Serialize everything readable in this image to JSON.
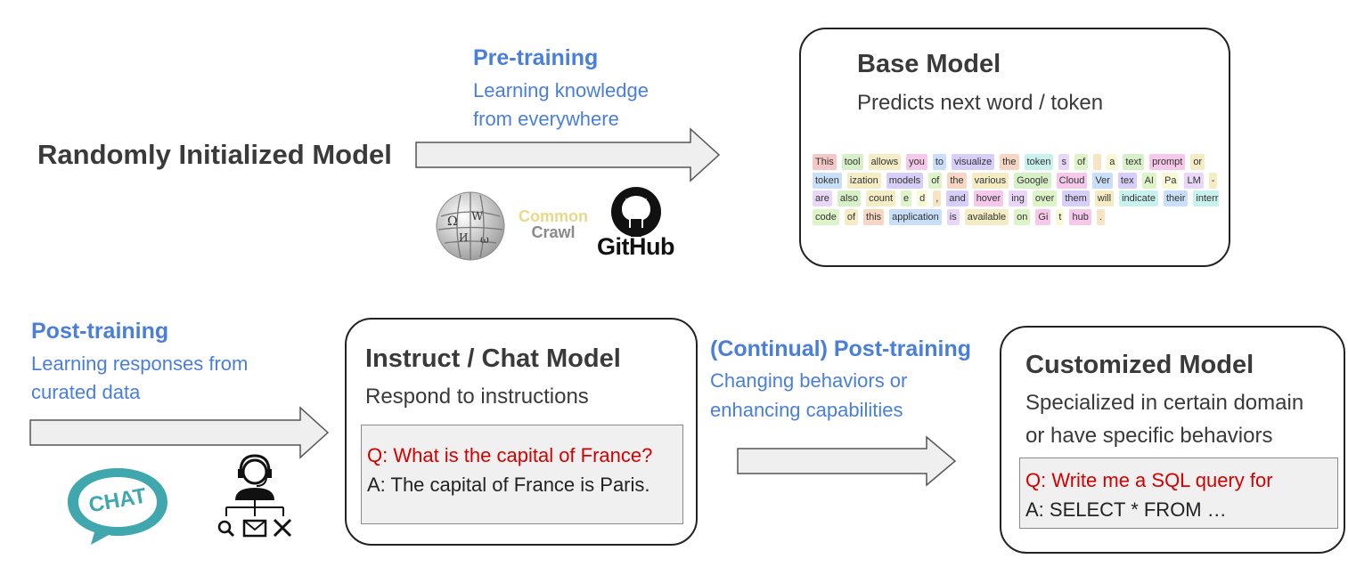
{
  "random_model": {
    "title": "Randomly Initialized Model"
  },
  "pretraining": {
    "title": "Pre-training",
    "sub1": "Learning knowledge",
    "sub2": "from everywhere",
    "logos": {
      "common_crawl_1": "Common",
      "common_crawl_2": "Crawl",
      "github": "GitHub",
      "wikipedia": "Ω"
    }
  },
  "base_model": {
    "title": "Base Model",
    "sub": "Predicts next word / token",
    "token_rows": [
      [
        {
          "t": "This",
          "c": "#f6c7c7"
        },
        {
          "t": "tool",
          "c": "#d8f0c8"
        },
        {
          "t": "allows",
          "c": "#f4ecc4"
        },
        {
          "t": "you",
          "c": "#f6c8ea"
        },
        {
          "t": "to",
          "c": "#c9def7"
        },
        {
          "t": "visualize",
          "c": "#d7cff7"
        },
        {
          "t": "the",
          "c": "#f7d7c4"
        },
        {
          "t": "token",
          "c": "#c9f2ef"
        },
        {
          "t": "s",
          "c": "#e8d7f7"
        },
        {
          "t": "of",
          "c": "#dff3c9"
        },
        {
          "t": "",
          "c": "#f7e4c4"
        },
        {
          "t": "a",
          "c": "#f9f9d8"
        },
        {
          "t": "text",
          "c": "#d8f0c8"
        },
        {
          "t": "prompt",
          "c": "#f6c8ea"
        },
        {
          "t": "or",
          "c": "#f4ecc4"
        }
      ],
      [
        {
          "t": "token",
          "c": "#c9def7"
        },
        {
          "t": "ization",
          "c": "#f4ecc4"
        },
        {
          "t": "models",
          "c": "#d7cff7"
        },
        {
          "t": "of",
          "c": "#dff3c9"
        },
        {
          "t": "the",
          "c": "#f7d7c4"
        },
        {
          "t": "various",
          "c": "#f4ecc4"
        },
        {
          "t": "Google",
          "c": "#d8f0c8"
        },
        {
          "t": "Cloud",
          "c": "#f6c8ea"
        },
        {
          "t": "Ver",
          "c": "#c9def7"
        },
        {
          "t": "tex",
          "c": "#d7cff7"
        },
        {
          "t": "AI",
          "c": "#dff3c9"
        },
        {
          "t": "Pa",
          "c": "#f9f9d8"
        },
        {
          "t": "LM",
          "c": "#e8d7f7"
        },
        {
          "t": "-",
          "c": "#f4ecc4"
        }
      ],
      [
        {
          "t": "are",
          "c": "#e8d7f7"
        },
        {
          "t": "also",
          "c": "#d8f0c8"
        },
        {
          "t": "count",
          "c": "#f4ecc4"
        },
        {
          "t": "e",
          "c": "#dff3c9"
        },
        {
          "t": "d",
          "c": "#f9f9d8"
        },
        {
          "t": ",",
          "c": "#f7e4c4"
        },
        {
          "t": "and",
          "c": "#d7cff7"
        },
        {
          "t": "hover",
          "c": "#f6c8ea"
        },
        {
          "t": "ing",
          "c": "#e8d7f7"
        },
        {
          "t": "over",
          "c": "#dff3c9"
        },
        {
          "t": "them",
          "c": "#d7cff7"
        },
        {
          "t": "will",
          "c": "#f4ecc4"
        },
        {
          "t": "indicate",
          "c": "#c9f2ef"
        },
        {
          "t": "their",
          "c": "#c9def7"
        },
        {
          "t": "interr",
          "c": "#c9f2ef"
        }
      ],
      [
        {
          "t": "code",
          "c": "#dff3c9"
        },
        {
          "t": "of",
          "c": "#f4ecc4"
        },
        {
          "t": "this",
          "c": "#f7d7c4"
        },
        {
          "t": "application",
          "c": "#c9def7"
        },
        {
          "t": "is",
          "c": "#e8d7f7"
        },
        {
          "t": "available",
          "c": "#f4ecc4"
        },
        {
          "t": "on",
          "c": "#dff3c9"
        },
        {
          "t": "Gi",
          "c": "#f6c8ea"
        },
        {
          "t": "t",
          "c": "#f9f9d8"
        },
        {
          "t": "hub",
          "c": "#f6c8ea"
        },
        {
          "t": ".",
          "c": "#f7e4c4"
        }
      ]
    ]
  },
  "posttraining": {
    "title": "Post-training",
    "sub1": "Learning responses from",
    "sub2": "curated data",
    "chat_icon": "CHAT"
  },
  "instruct_model": {
    "title": "Instruct / Chat Model",
    "sub": "Respond to instructions",
    "q": "Q: What is the capital of France?",
    "a": "A: The capital of France is Paris."
  },
  "continual": {
    "title": "(Continual) Post-training",
    "sub1": "Changing behaviors or",
    "sub2": "enhancing capabilities"
  },
  "custom_model": {
    "title": "Customized Model",
    "sub1": "Specialized in certain domain",
    "sub2": "or have specific behaviors",
    "q": "Q: Write me a SQL query for",
    "a": "A: SELECT * FROM …"
  },
  "colors": {
    "accent_blue": "#4a7fd9",
    "question_red": "#d40000",
    "text_dark": "#3a3a3a"
  }
}
